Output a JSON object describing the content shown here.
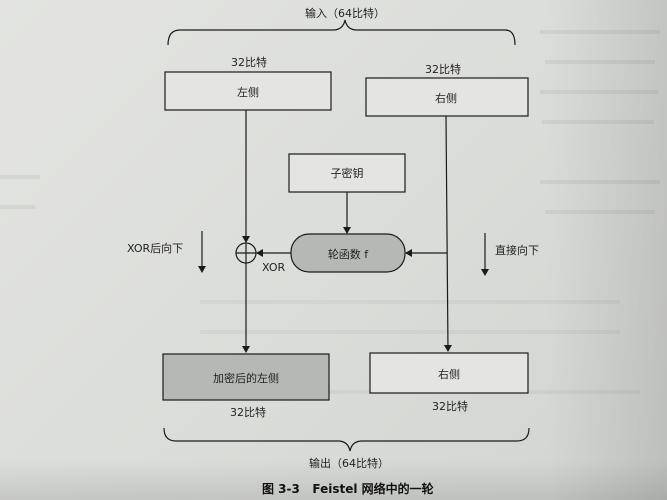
{
  "diagram": {
    "input_label": "输入（64比特）",
    "output_label": "输出（64比特）",
    "left_bits": "32比特",
    "right_bits": "32比特",
    "left_block": "左侧",
    "right_block": "右侧",
    "subkey": "子密钥",
    "round_function": "轮函数 f",
    "xor_symbol_label": "XOR",
    "xor_down_label": "XOR后向下",
    "straight_down_label": "直接向下",
    "left_out_block": "加密后的左侧",
    "right_out_block": "右侧",
    "left_out_bits": "32比特",
    "right_out_bits": "32比特"
  },
  "caption": "图 3-3   Feistel 网络中的一轮",
  "colors": {
    "line": "#1b1b1b",
    "shaded_fill": "#b6b8b5",
    "box_fill": "#e4e5e2"
  }
}
